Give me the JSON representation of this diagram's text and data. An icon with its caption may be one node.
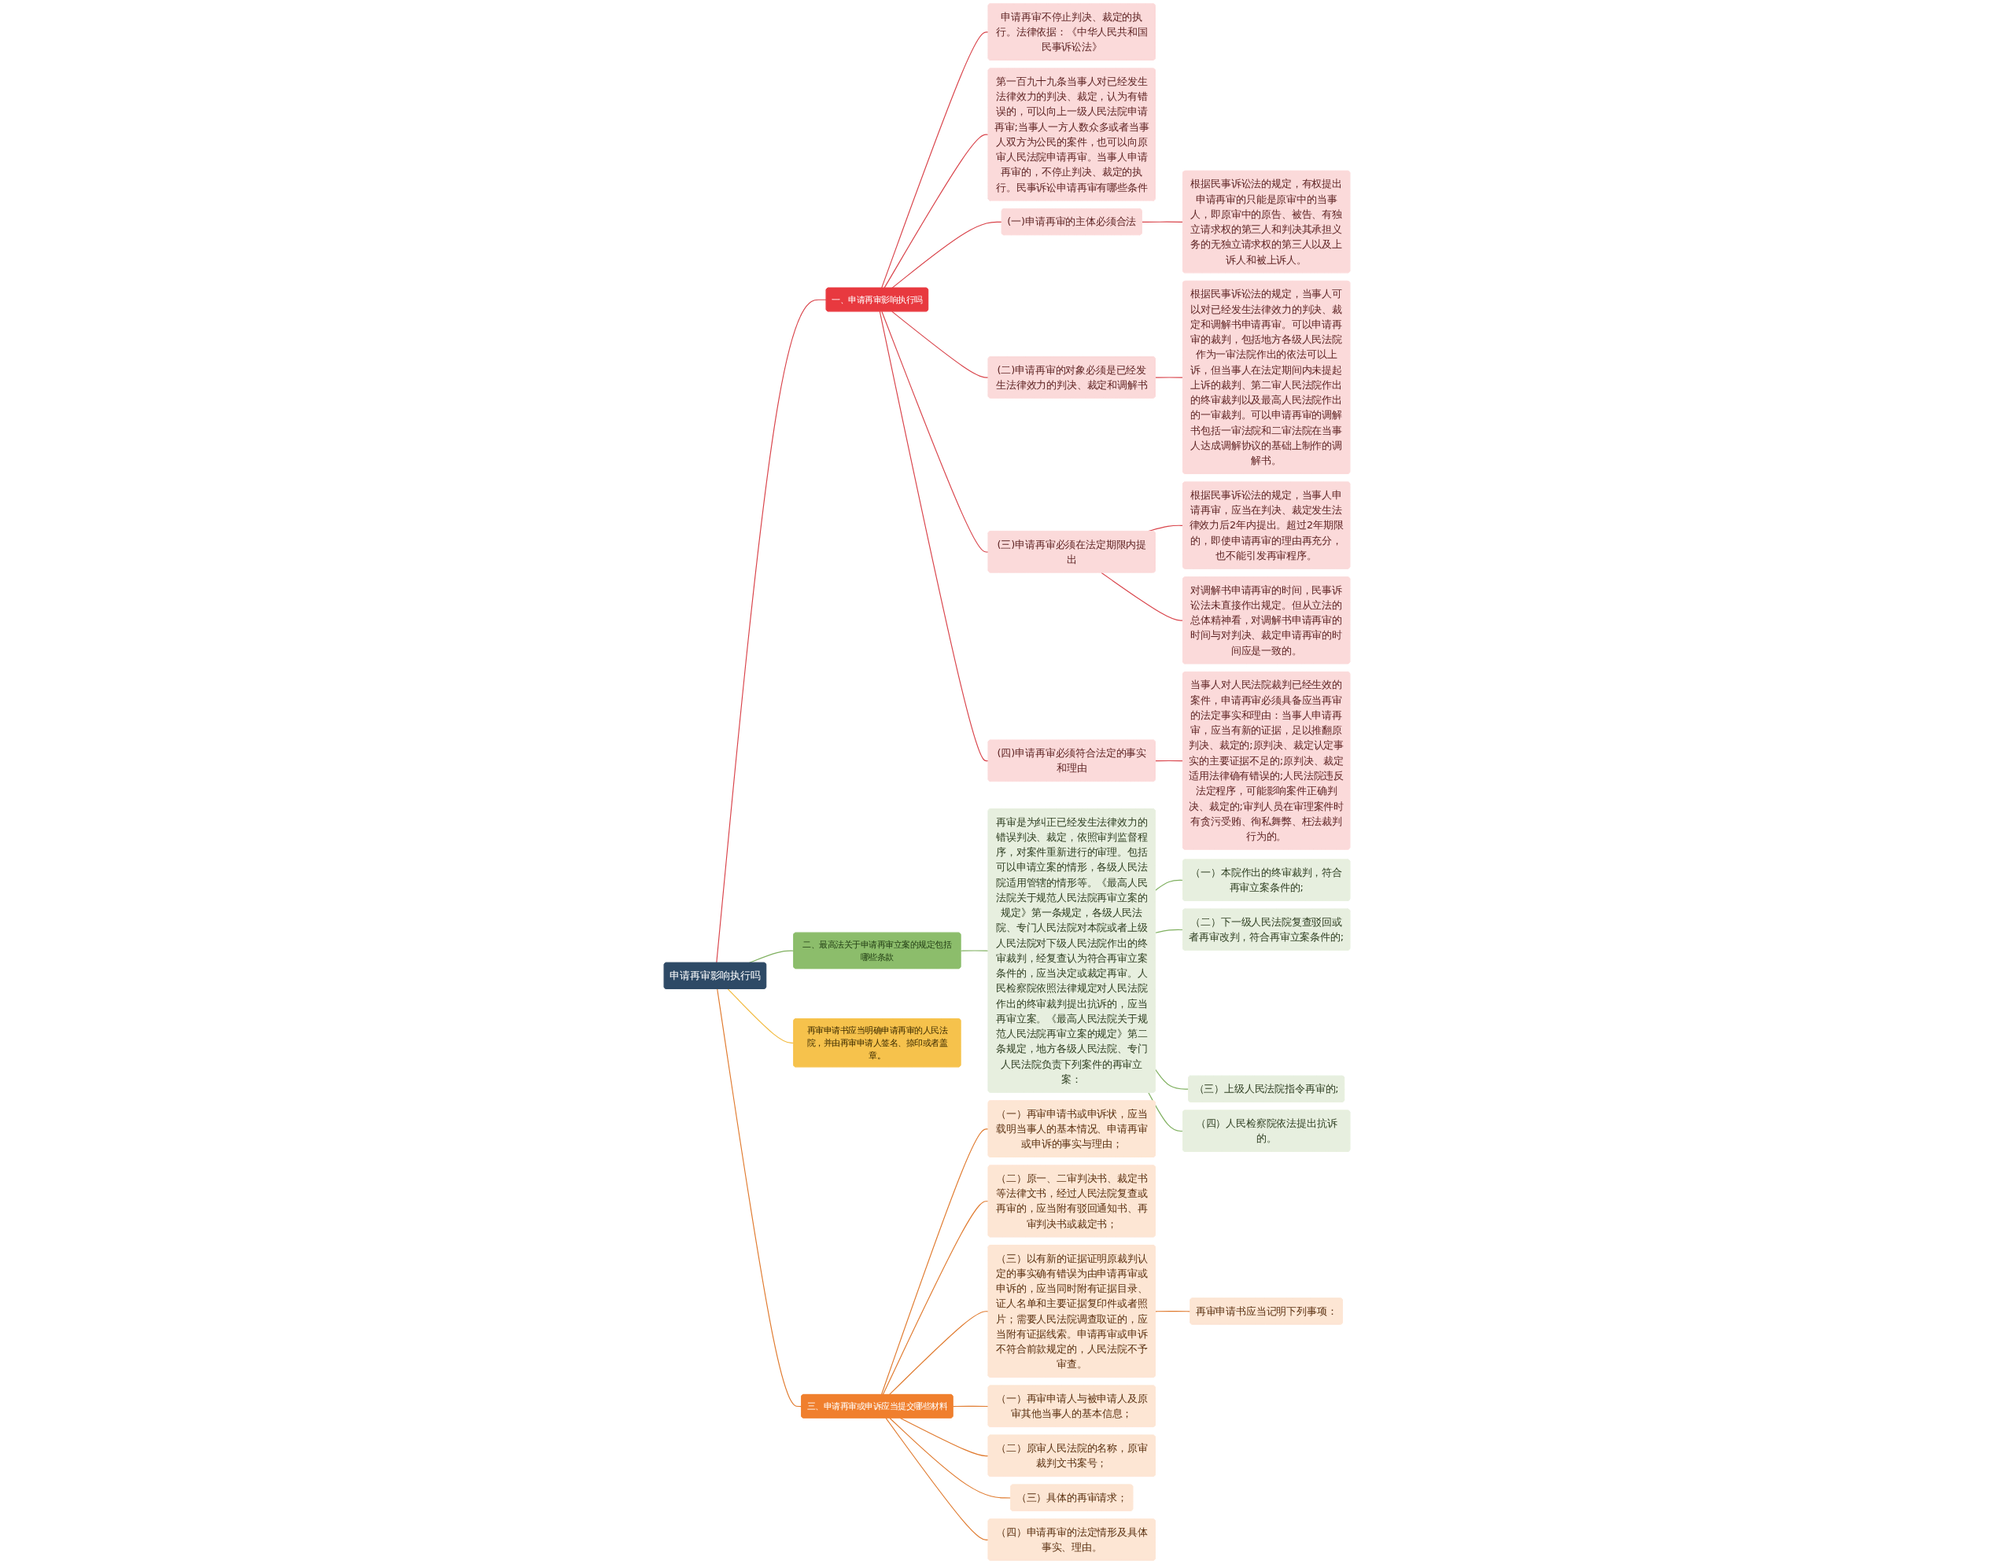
{
  "diagram": {
    "nodes": [
      {
        "text": [
          "申请再审影响执行吗"
        ]
      },
      {
        "text": [
          "一、申请再审影响执行吗"
        ]
      },
      {
        "text": [
          "申请再审不停止判决、裁定的执行。法律依据：《中华人民共和国民事诉讼法》"
        ]
      },
      {
        "text": [
          "第一百九十九条当事人对已经发生法律效力的判决、裁定，认为有错误的，可以向上一级人民法院申请再审;当事人一方人数众多或者当事人双方为公民的案件，也可以向原审人民法院申请再审。当事人申请再审的，不停止判决、裁定的执行。民事诉讼申请再审有哪些条件"
        ]
      },
      {
        "text": [
          "(一)申请再审的主体必须合法"
        ]
      },
      {
        "text": [
          "根据民事诉讼法的规定，有权提出申请再审的只能是原审中的当事人，即原审中的原告、被告、有独立请求权的第三人和判决其承担义务的无独立请求权的第三人以及上诉人和被上诉人。"
        ]
      },
      {
        "text": [
          "(二)申请再审的对象必须是已经发生法律效力的判决、裁定和调解书"
        ]
      },
      {
        "text": [
          "根据民事诉讼法的规定，当事人可以对已经发生法律效力的判决、裁定和调解书申请再审。可以申请再审的裁判，包括地方各级人民法院作为一审法院作出的依法可以上诉，但当事人在法定期间内未提起上诉的裁判、第二审人民法院作出的终审裁判以及最高人民法院作出的一审裁判。可以申请再审的调解书包括一审法院和二审法院在当事人达成调解协议的基础上制作的调解书。"
        ]
      },
      {
        "text": [
          "(三)申请再审必须在法定期限内提出"
        ]
      },
      {
        "text": [
          "根据民事诉讼法的规定，当事人申请再审，应当在判决、裁定发生法律效力后2年内提出。超过2年期限的，即使申请再审的理由再充分，也不能引发再审程序。"
        ]
      },
      {
        "text": [
          "对调解书申请再审的时间，民事诉讼法未直接作出规定。但从立法的总体精神看，对调解书申请再审的时间与对判决、裁定申请再审的时间应是一致的。"
        ]
      },
      {
        "text": [
          "(四)申请再审必须符合法定的事实和理由"
        ]
      },
      {
        "text": [
          "当事人对人民法院裁判已经生效的案件，申请再审必须具备应当再审的法定事实和理由：当事人申请再审，应当有新的证据，足以推翻原判决、裁定的;原判决、裁定认定事实的主要证据不足的;原判决、裁定适用法律确有错误的;人民法院违反法定程序，可能影响案件正确判决、裁定的;审判人员在审理案件时有贪污受贿、徇私舞弊、枉法裁判行为的。"
        ]
      },
      {
        "text": [
          "二、最高法关于申请再审立案的规定包括哪些条款"
        ]
      },
      {
        "text": [
          "再审是为纠正已经发生法律效力的错误判决、裁定，依照审判监督程序，对案件重新进行的审理。包括可以申请立案的情形，各级人民法院适用管辖的情形等。《最高人民法院关于规范人民法院再审立案的规定》第一条规定，各级人民法院、专门人民法院对本院或者上级人民法院对下级人民法院作出的终审裁判，经复查认为符合再审立案条件的，应当决定或裁定再审。人民检察院依照法律规定对人民法院作出的终审裁判提出抗诉的，应当再审立案。《最高人民法院关于规范人民法院再审立案的规定》第二条规定，地方各级人民法院、专门人民法院负责下列案件的再审立案："
        ]
      },
      {
        "text": [
          "（一）本院作出的终审裁判，符合再审立案条件的;"
        ]
      },
      {
        "text": [
          "（二）下一级人民法院复查驳回或者再审改判，符合再审立案条件的;"
        ]
      },
      {
        "text": [
          "（三）上级人民法院指令再审的;"
        ]
      },
      {
        "text": [
          "（四）人民检察院依法提出抗诉的。"
        ]
      },
      {
        "text": [
          "再审申请书应当明确申请再审的人民法院，并由再审申请人签名、捺印或者盖章。"
        ]
      },
      {
        "text": [
          "三、申请再审或申诉应当提交哪些材料"
        ]
      },
      {
        "text": [
          "（一）再审申请书或申诉状，应当载明当事人的基本情况、申请再审或申诉的事实与理由；"
        ]
      },
      {
        "text": [
          "（二）原一、二审判决书、裁定书等法律文书，经过人民法院复查或再审的，应当附有驳回通知书、再审判决书或裁定书；"
        ]
      },
      {
        "text": [
          "（三）以有新的证据证明原裁判认定的事实确有错误为由申请再审或申诉的，应当同时附有证据目录、证人名单和主要证据复印件或者照片；需要人民法院调查取证的，应当附有证据线索。申请再审或申诉不符合前款规定的，人民法院不予审查。"
        ]
      },
      {
        "text": [
          "再审申请书应当记明下列事项："
        ]
      },
      {
        "text": [
          "（一）再审申请人与被申请人及原审其他当事人的基本信息；"
        ]
      },
      {
        "text": [
          "（二）原审人民法院的名称，原审裁判文书案号；"
        ]
      },
      {
        "text": [
          "（三）具体的再审请求；"
        ]
      },
      {
        "text": [
          "（四）申请再审的法定情形及具体事实、理由。"
        ]
      }
    ],
    "edges": [
      {
        "from": 0,
        "to": 1,
        "arrow": "none"
      },
      {
        "from": 1,
        "to": 2,
        "arrow": "none"
      },
      {
        "from": 1,
        "to": 3,
        "arrow": "none"
      },
      {
        "from": 1,
        "to": 4,
        "arrow": "none"
      },
      {
        "from": 4,
        "to": 5,
        "arrow": "none"
      },
      {
        "from": 1,
        "to": 6,
        "arrow": "none"
      },
      {
        "from": 6,
        "to": 7,
        "arrow": "none"
      },
      {
        "from": 1,
        "to": 8,
        "arrow": "none"
      },
      {
        "from": 8,
        "to": 9,
        "arrow": "none"
      },
      {
        "from": 8,
        "to": 10,
        "arrow": "none"
      },
      {
        "from": 1,
        "to": 11,
        "arrow": "none"
      },
      {
        "from": 11,
        "to": 12,
        "arrow": "none"
      },
      {
        "from": 0,
        "to": 13,
        "arrow": "none",
        "color": "#7fb05f"
      },
      {
        "from": 13,
        "to": 14,
        "arrow": "none",
        "color": "#7fb05f"
      },
      {
        "from": 14,
        "to": 15,
        "arrow": "none",
        "color": "#7fb05f"
      },
      {
        "from": 14,
        "to": 16,
        "arrow": "none",
        "color": "#7fb05f"
      },
      {
        "from": 14,
        "to": 17,
        "arrow": "none",
        "color": "#7fb05f"
      },
      {
        "from": 14,
        "to": 18,
        "arrow": "none",
        "color": "#7fb05f"
      },
      {
        "from": 0,
        "to": 19,
        "arrow": "none",
        "color": "#f2b93b"
      },
      {
        "from": 0,
        "to": 20,
        "arrow": "none",
        "color": "#e07a2e"
      },
      {
        "from": 20,
        "to": 21,
        "arrow": "none",
        "color": "#e07a2e"
      },
      {
        "from": 20,
        "to": 22,
        "arrow": "none",
        "color": "#e07a2e"
      },
      {
        "from": 20,
        "to": 23,
        "arrow": "none",
        "color": "#e07a2e"
      },
      {
        "from": 23,
        "to": 24,
        "arrow": "none",
        "color": "#e07a2e"
      },
      {
        "from": 20,
        "to": 25,
        "arrow": "none",
        "color": "#e07a2e"
      },
      {
        "from": 20,
        "to": 26,
        "arrow": "none",
        "color": "#e07a2e"
      },
      {
        "from": 20,
        "to": 27,
        "arrow": "none",
        "color": "#e07a2e"
      },
      {
        "from": 20,
        "to": 28,
        "arrow": "none",
        "color": "#e07a2e"
      }
    ]
  }
}
